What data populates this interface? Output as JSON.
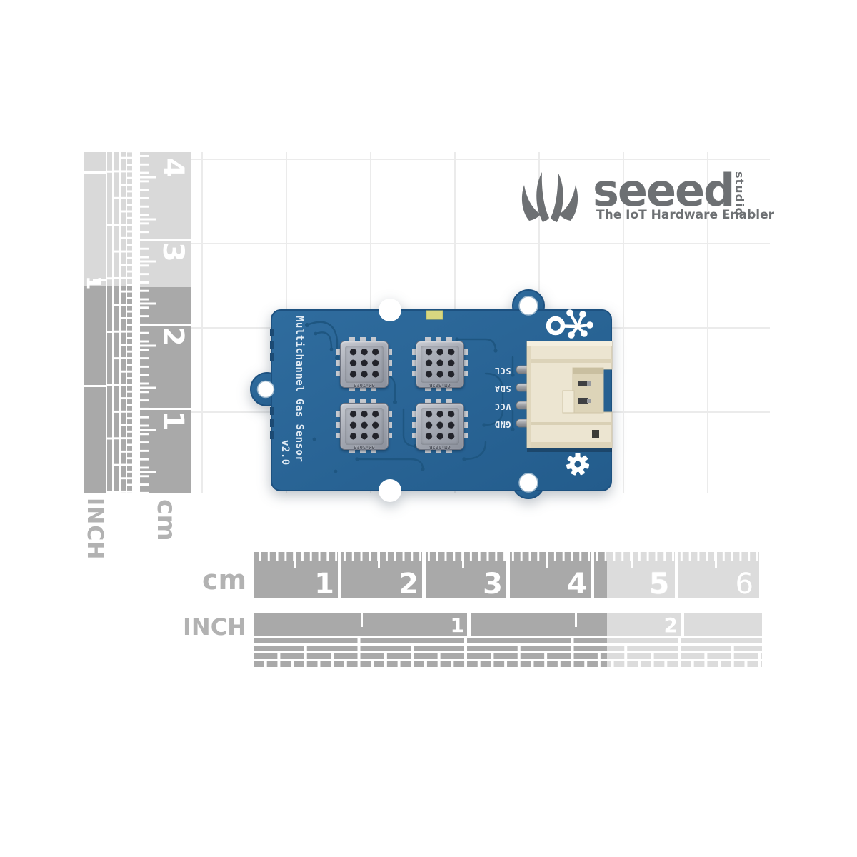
{
  "logo": {
    "brand": "seeed",
    "studio": "studio",
    "tagline": "The IoT Hardware Enabler"
  },
  "pcb": {
    "silkscreen_title": "Multichannel Gas Sensor",
    "silkscreen_version": "v2.0",
    "pin_labels": [
      "SCL",
      "SDA",
      "VCC",
      "GND"
    ],
    "sensor_labels": [
      "GM-702B",
      "GM-502B",
      "GM-302B",
      "GM-102B"
    ]
  },
  "rulers": {
    "bottom_cm": {
      "unit_label": "cm",
      "numbers": [
        "1",
        "2",
        "3",
        "4",
        "5",
        "6"
      ]
    },
    "bottom_inch": {
      "unit_label": "INCH",
      "numbers": [
        "1",
        "2"
      ]
    },
    "side_cm": {
      "unit_label": "cm",
      "numbers": [
        "4",
        "3",
        "2",
        "1"
      ]
    },
    "side_inch": {
      "unit_label": "INCH",
      "numbers": [
        "1"
      ]
    }
  },
  "colors": {
    "board_blue": "#2a6494",
    "trace_blue": "#1e5681",
    "connector_cream": "#ece5d1",
    "sensor_metal": "#a6aab4",
    "ruler_light": "#d9d9d9",
    "ruler_highlight": "#a9a9a9",
    "logo_gray": "#6d7073",
    "silkscreen_white": "#e9eff6",
    "led_yellow": "#d8d780"
  }
}
